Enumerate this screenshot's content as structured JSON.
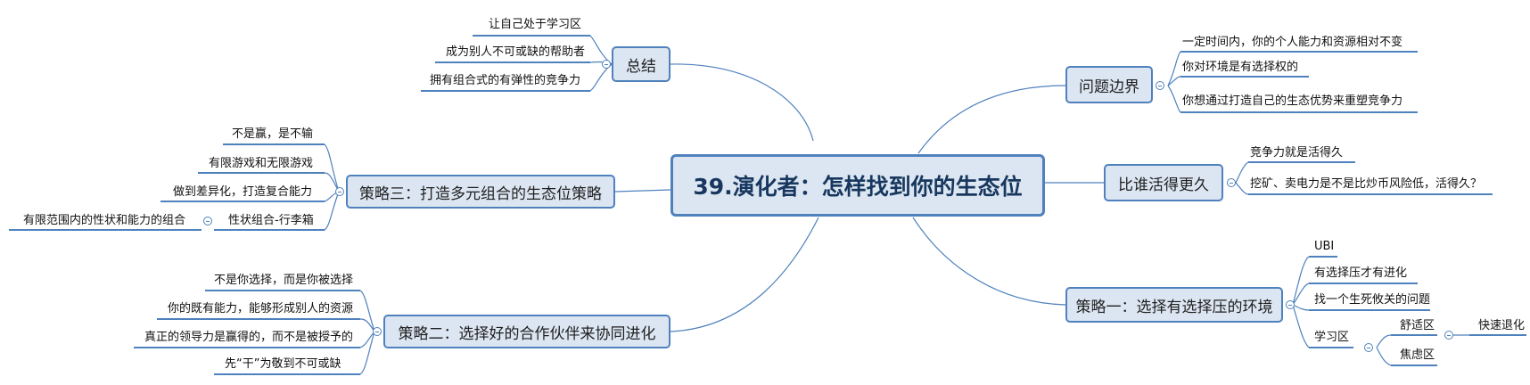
{
  "mindmap": {
    "central": "39.演化者：怎样找到你的生态位",
    "branches": {
      "summary": {
        "title": "总结",
        "items": [
          "让自己处于学习区",
          "成为别人不可或缺的帮助者",
          "拥有组合式的有弹性的竞争力"
        ]
      },
      "problem_boundary": {
        "title": "问题边界",
        "items": [
          "一定时间内，你的个人能力和资源相对不变",
          "你对环境是有选择权的",
          "你想通过打造自己的生态优势来重塑竞争力"
        ]
      },
      "survival": {
        "title": "比谁活得更久",
        "items": [
          "竞争力就是活得久",
          "挖矿、卖电力是不是比炒币风险低，活得久？"
        ]
      },
      "strategy3": {
        "title": "策略三：打造多元组合的生态位策略",
        "items": [
          "不是赢，是不输",
          "有限游戏和无限游戏",
          "做到差异化，打造复合能力",
          "性状组合-行李箱"
        ],
        "sub": "有限范围内的性状和能力的组合"
      },
      "strategy2": {
        "title": "策略二：选择好的合作伙伴来协同进化",
        "items": [
          "不是你选择，而是你被选择",
          "你的既有能力，能够形成别人的资源",
          "真正的领导力是赢得的，而不是被授予的",
          "先“干”为敬到不可或缺"
        ]
      },
      "strategy1": {
        "title": "策略一：选择有选择压的环境",
        "items": [
          "UBI",
          "有选择压才有进化",
          "找一个生死攸关的问题",
          "学习区"
        ],
        "zones": [
          "舒适区",
          "焦虑区"
        ],
        "comfort_sub": "快速退化"
      }
    }
  },
  "colors": {
    "line": "#4f81bd",
    "fill": "#dce6f2",
    "central_text": "#17375e"
  }
}
